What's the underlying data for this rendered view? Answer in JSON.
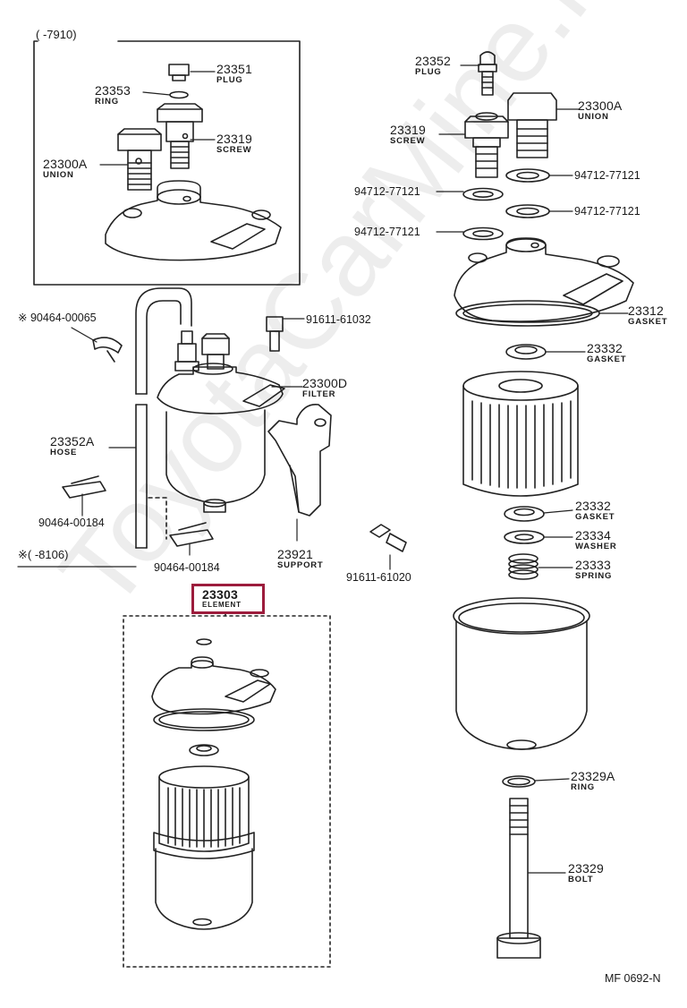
{
  "watermark": "ToyotaCarMine.ru",
  "footer": "MF 0692-N",
  "insets": {
    "top_range": "(        -7910)",
    "mid_range": "※(        -8106)"
  },
  "callouts": [
    {
      "num": "23351",
      "name": "PLUG"
    },
    {
      "num": "23353",
      "name": "RING"
    },
    {
      "num": "23319",
      "name": "SCREW"
    },
    {
      "num": "23300A",
      "name": "UNION"
    },
    {
      "num": "23352",
      "name": "PLUG"
    },
    {
      "num": "23319",
      "name": "SCREW"
    },
    {
      "num": "23300A",
      "name": "UNION"
    },
    {
      "num": "94712-77121",
      "name": ""
    },
    {
      "num": "94712-77121",
      "name": ""
    },
    {
      "num": "94712-77121",
      "name": ""
    },
    {
      "num": "94712-77121",
      "name": ""
    },
    {
      "num": "23312",
      "name": "GASKET"
    },
    {
      "num": "23332",
      "name": "GASKET"
    },
    {
      "num": "23332",
      "name": "GASKET"
    },
    {
      "num": "23334",
      "name": "WASHER"
    },
    {
      "num": "23333",
      "name": "SPRING"
    },
    {
      "num": "23329A",
      "name": "RING"
    },
    {
      "num": "23329",
      "name": "BOLT"
    },
    {
      "num": "※ 90464-00065",
      "name": ""
    },
    {
      "num": "91611-61032",
      "name": ""
    },
    {
      "num": "23300D",
      "name": "FILTER"
    },
    {
      "num": "23352A",
      "name": "HOSE"
    },
    {
      "num": "90464-00184",
      "name": ""
    },
    {
      "num": "90464-00184",
      "name": ""
    },
    {
      "num": "23921",
      "name": "SUPPORT"
    },
    {
      "num": "91611-61020",
      "name": ""
    },
    {
      "num": "23303",
      "name": "ELEMENT"
    }
  ]
}
